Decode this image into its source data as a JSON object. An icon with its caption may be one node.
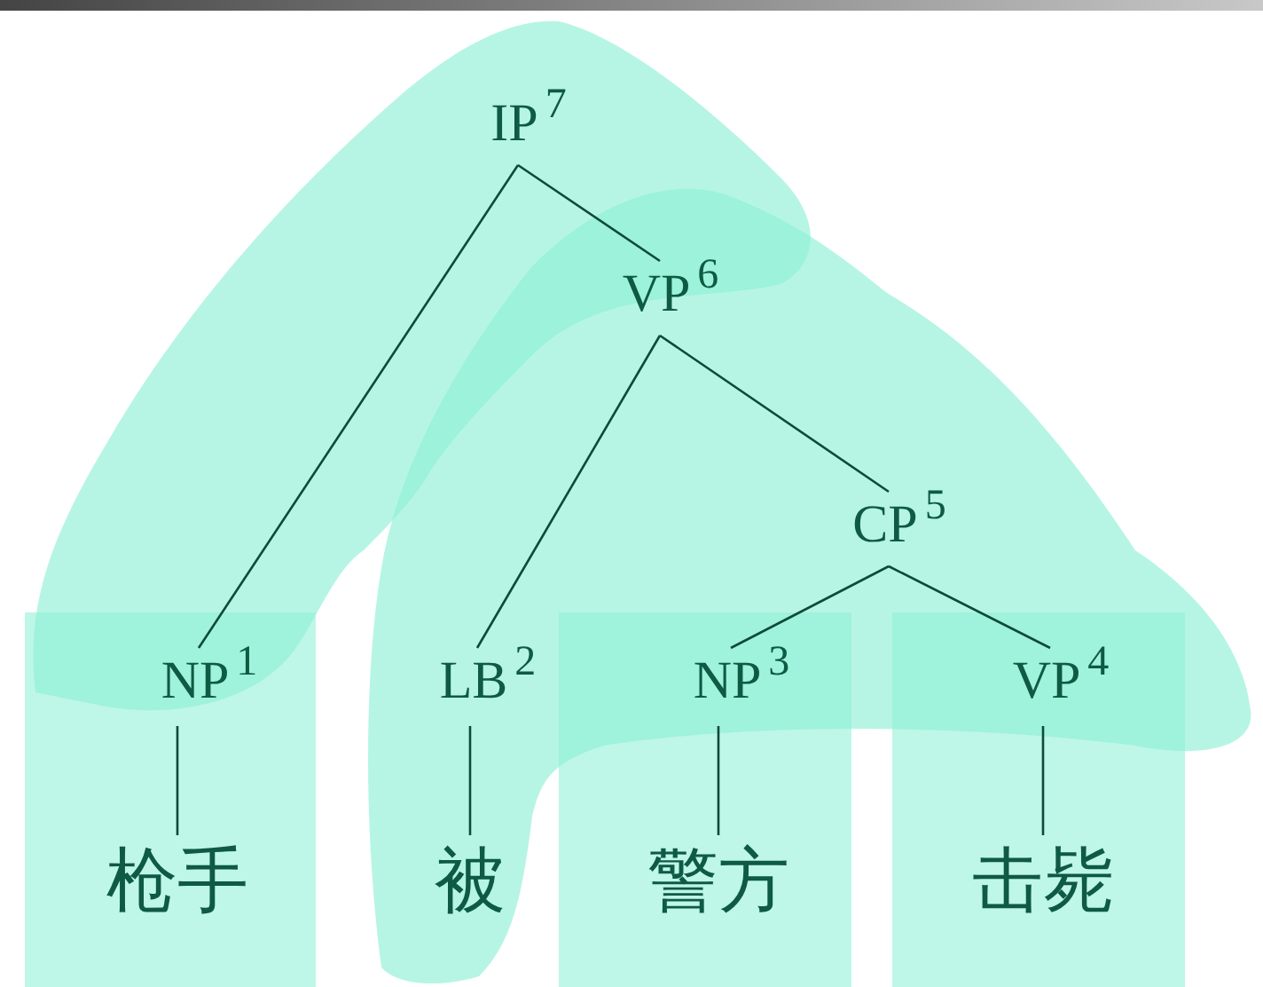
{
  "diagram": {
    "nodes": [
      {
        "text": [
          "IP$^{7}$"
        ]
      },
      {
        "text": [
          "VP$^{6}$"
        ]
      },
      {
        "text": [
          "CP$^{5}$"
        ]
      },
      {
        "text": [
          "NP$^{1}$"
        ]
      },
      {
        "text": [
          "LB$^{2}$"
        ]
      },
      {
        "text": [
          "NP$^{3}$"
        ]
      },
      {
        "text": [
          "VP$^{4}$"
        ]
      },
      {
        "text": [
          "枪手"
        ]
      },
      {
        "text": [
          "被"
        ]
      },
      {
        "text": [
          "警方"
        ]
      },
      {
        "text": [
          "击毙"
        ]
      }
    ],
    "edges": [
      {
        "from": 0,
        "to": 3,
        "arrow": "none"
      },
      {
        "from": 0,
        "to": 1,
        "arrow": "none"
      },
      {
        "from": 1,
        "to": 4,
        "arrow": "none"
      },
      {
        "from": 1,
        "to": 2,
        "arrow": "none"
      },
      {
        "from": 2,
        "to": 5,
        "arrow": "none"
      },
      {
        "from": 2,
        "to": 6,
        "arrow": "none"
      },
      {
        "from": 3,
        "to": 7,
        "arrow": "none"
      },
      {
        "from": 4,
        "to": 8,
        "arrow": "none"
      },
      {
        "from": 5,
        "to": 9,
        "arrow": "none"
      },
      {
        "from": 6,
        "to": 10,
        "arrow": "none"
      }
    ]
  }
}
